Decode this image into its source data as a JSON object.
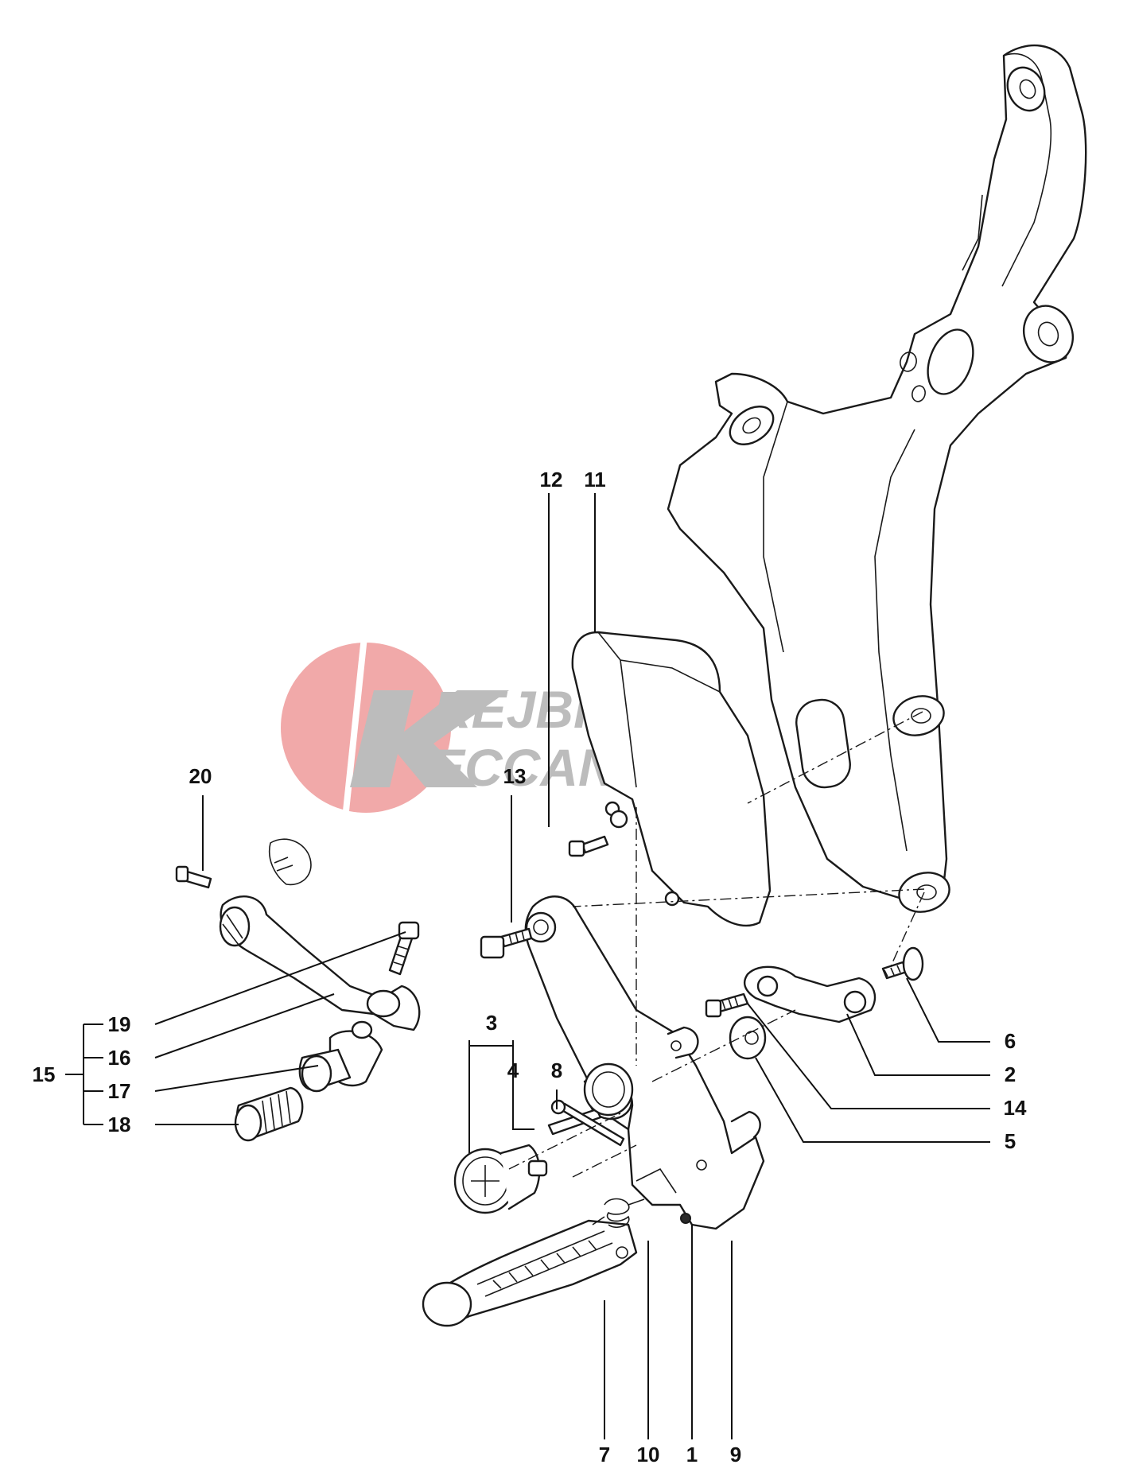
{
  "diagram": {
    "callouts": [
      {
        "id": "c1",
        "label": "1"
      },
      {
        "id": "c2",
        "label": "2"
      },
      {
        "id": "c3",
        "label": "3"
      },
      {
        "id": "c4",
        "label": "4"
      },
      {
        "id": "c5",
        "label": "5"
      },
      {
        "id": "c6",
        "label": "6"
      },
      {
        "id": "c7",
        "label": "7"
      },
      {
        "id": "c8",
        "label": "8"
      },
      {
        "id": "c9",
        "label": "9"
      },
      {
        "id": "c10",
        "label": "10"
      },
      {
        "id": "c11",
        "label": "11"
      },
      {
        "id": "c12",
        "label": "12"
      },
      {
        "id": "c13",
        "label": "13"
      },
      {
        "id": "c14",
        "label": "14"
      },
      {
        "id": "c15",
        "label": "15"
      },
      {
        "id": "c16",
        "label": "16"
      },
      {
        "id": "c17",
        "label": "17"
      },
      {
        "id": "c18",
        "label": "18"
      },
      {
        "id": "c19",
        "label": "19"
      },
      {
        "id": "c20",
        "label": "20"
      }
    ]
  },
  "watermark": {
    "line1": "REJBICH",
    "line2": "ECCANICA",
    "circle_color": "#f0a0a0",
    "text_color": "#b5b5b5"
  }
}
